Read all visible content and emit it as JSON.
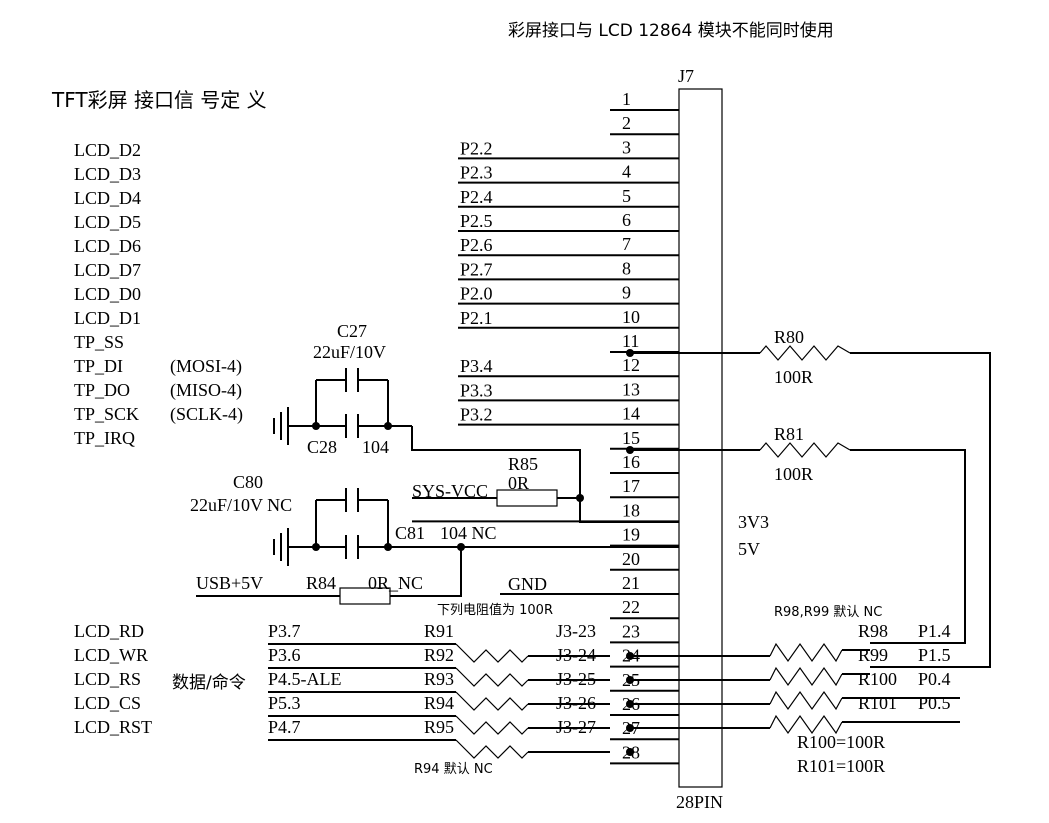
{
  "notes": {
    "top": "彩屏接口与 LCD 12864 模块不能同时使用",
    "tft_title": "TFT彩屏 接口信 号定 义",
    "resistor_note": "下列电阻值为 100R",
    "r94_note": "R94 默认 NC",
    "r98_note": "R98,R99 默认 NC",
    "data_cmd": "数据/命令"
  },
  "connector": {
    "ref": "J7",
    "footprint": "28PIN",
    "pins": [
      "1",
      "2",
      "3",
      "4",
      "5",
      "6",
      "7",
      "8",
      "9",
      "10",
      "11",
      "12",
      "13",
      "14",
      "15",
      "16",
      "17",
      "18",
      "19",
      "20",
      "21",
      "22",
      "23",
      "24",
      "25",
      "26",
      "27",
      "28"
    ],
    "inner_labels": [
      "3V3",
      "5V"
    ]
  },
  "tft_signals": [
    "LCD_D2",
    "LCD_D3",
    "LCD_D4",
    "LCD_D5",
    "LCD_D6",
    "LCD_D7",
    "LCD_D0",
    "LCD_D1",
    "TP_SS",
    "TP_DI",
    "TP_DO",
    "TP_SCK",
    "TP_IRQ"
  ],
  "tp_alt": [
    "(MOSI-4)",
    "(MISO-4)",
    "(SCLK-4)"
  ],
  "port_nets": [
    "P2.2",
    "P2.3",
    "P2.4",
    "P2.5",
    "P2.6",
    "P2.7",
    "P2.0",
    "P2.1",
    "P3.4",
    "P3.3",
    "P3.2"
  ],
  "lcd_ctrl": {
    "signals": [
      "LCD_RD",
      "LCD_WR",
      "LCD_RS",
      "LCD_CS",
      "LCD_RST"
    ],
    "nets": [
      "P3.7",
      "P3.6",
      "P4.5-ALE",
      "P5.3",
      "P4.7"
    ],
    "resistors": [
      "R91",
      "R92",
      "R93",
      "R94",
      "R95"
    ],
    "jumpers": [
      "J3-23",
      "J3-24",
      "J3-25",
      "J3-26",
      "J3-27"
    ]
  },
  "right_resistors": {
    "r80": {
      "ref": "R80",
      "value": "100R"
    },
    "r81": {
      "ref": "R81",
      "value": "100R"
    },
    "refs": [
      "R98",
      "R99",
      "R100",
      "R101"
    ],
    "nets": [
      "P1.4",
      "P1.5",
      "P0.4",
      "P0.5"
    ],
    "values": [
      "R100=100R",
      "R101=100R"
    ]
  },
  "caps": {
    "c27_ref": "C27",
    "c27_val": "22uF/10V",
    "c28_ref": "C28",
    "c28_val": "104",
    "c80_ref": "C80",
    "c80_val": "22uF/10V NC",
    "c81_ref": "C81",
    "c81_val": "104 NC"
  },
  "power": {
    "sysvcc": "SYS-VCC",
    "r85_ref": "R85",
    "r85_val": "0R",
    "usb5v": "USB+5V",
    "r84_ref": "R84",
    "r84_val": "0R_NC",
    "gnd": "GND"
  }
}
